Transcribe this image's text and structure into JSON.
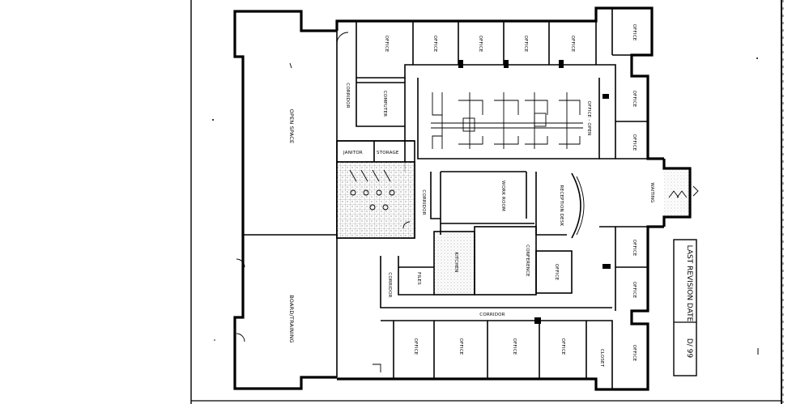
{
  "rooms": {
    "office_1": "OFFICE",
    "office_2": "OFFICE",
    "office_3": "OFFICE",
    "office_4": "OFFICE",
    "office_5": "OFFICE",
    "office_ne": "OFFICE",
    "office_e1": "OFFICE",
    "office_e2": "OFFICE",
    "office_se1": "OFFICE",
    "office_se2": "OFFICE",
    "office_center": "OFFICE",
    "office_b1": "OFFICE",
    "office_b2": "OFFICE",
    "office_b3": "OFFICE",
    "office_b4": "OFFICE",
    "office_b5": "OFFICE",
    "office_open": "OFFICE - OPEN",
    "computer": "COMPUTER",
    "corridor_n": "CORRIDOR",
    "corridor_mid": "CORRIDOR",
    "corridor_w": "CORRIDOR",
    "corridor_s": "CORRIDOR",
    "open_space": "OPEN SPACE",
    "board_training": "BOARD/TRAINING",
    "janitor": "JANITOR",
    "storage": "STORAGE",
    "work_room": "WORK ROOM",
    "reception_desk": "RECEPTION DESK",
    "waiting": "WAITING",
    "conference": "CONFERENCE",
    "files": "FILES",
    "kitchen": "KITCHEN",
    "closet": "CLOSET"
  },
  "revision": {
    "label": "LAST REVISION DATE",
    "date": "D/ 99"
  }
}
